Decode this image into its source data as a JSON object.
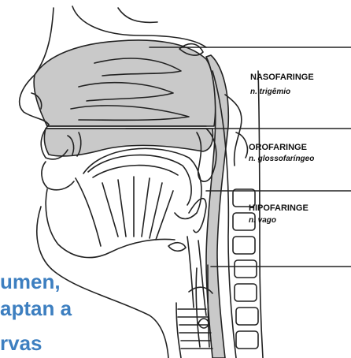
{
  "regions": [
    {
      "name": "NASOFARINGE",
      "nerve": "n. trigêmio"
    },
    {
      "name": "OROFARINGE",
      "nerve": "n. glossofaríngeo"
    },
    {
      "name": "HIPOFARINGE",
      "nerve": "n. vago"
    }
  ],
  "overlay_text": {
    "line1": "umen,",
    "line2": "aptan a",
    "line3": "rvas"
  },
  "colors": {
    "fill_gray": "#c9c9c9",
    "line": "#222222",
    "overlay_text": "#3d7fc0"
  }
}
